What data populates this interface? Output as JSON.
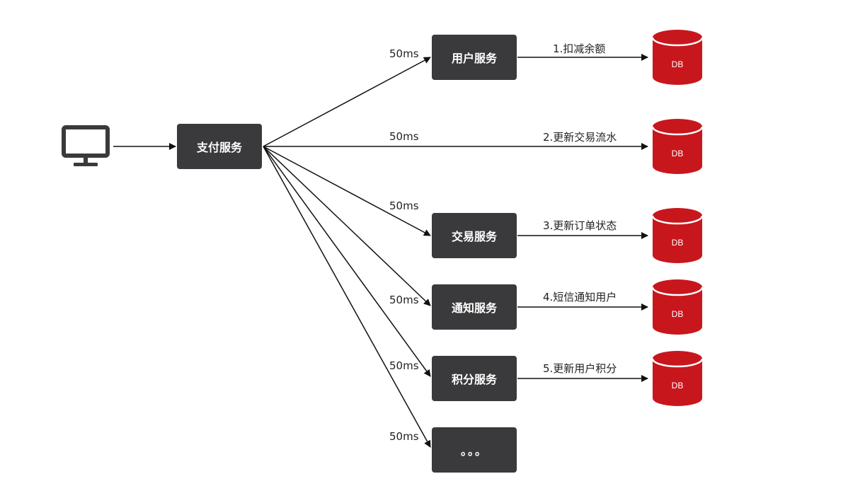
{
  "client": {
    "icon": "monitor-icon"
  },
  "gateway": {
    "label": "支付服务"
  },
  "services": [
    {
      "label": "用户服务",
      "latency": "50ms",
      "action": "1.扣减余额"
    },
    {
      "label": "",
      "latency": "50ms",
      "action": "2.更新交易流水"
    },
    {
      "label": "交易服务",
      "latency": "50ms",
      "action": "3.更新订单状态"
    },
    {
      "label": "通知服务",
      "latency": "50ms",
      "action": "4.短信通知用户"
    },
    {
      "label": "积分服务",
      "latency": "50ms",
      "action": "5.更新用户积分"
    },
    {
      "label": "。。。",
      "latency": "50ms",
      "action": ""
    }
  ],
  "db": {
    "label": "DB"
  },
  "colors": {
    "box": "#3a3a3c",
    "db": "#c8161d",
    "line": "#111111"
  }
}
